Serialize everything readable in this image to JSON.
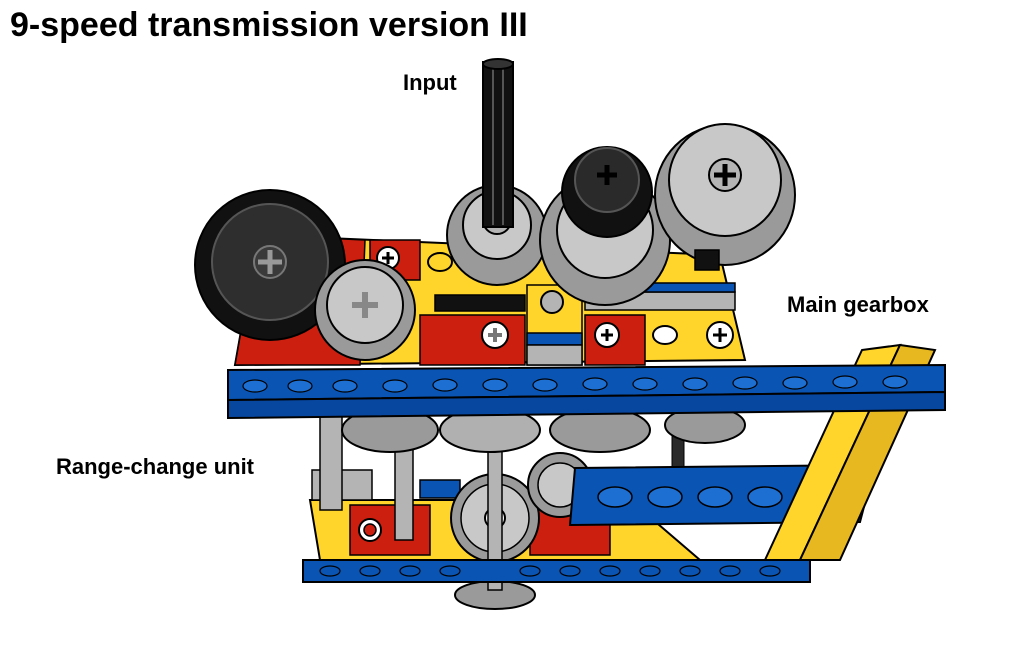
{
  "title": "9-speed transmission version III",
  "labels": {
    "input": "Input",
    "main_gearbox": "Main gearbox",
    "range_change_unit": "Range-change unit"
  },
  "colors": {
    "blue": "#0a55b4",
    "yellow": "#ffd52b",
    "red": "#cc1f0f",
    "light_gray": "#b4b4b4",
    "dark_gray": "#2a2a2a",
    "black": "#111111",
    "outline": "#000000"
  }
}
